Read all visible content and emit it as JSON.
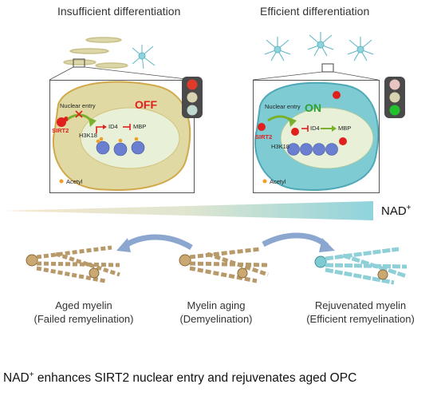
{
  "titles": {
    "left": "Insufficient differentiation",
    "right": "Efficient differentiation"
  },
  "left_panel": {
    "state": "OFF",
    "nuclear_entry": "Nuclear entry",
    "sirt2": "SIRT2",
    "h3k18": "H3K18",
    "id4": "ID4",
    "mbp": "MBP",
    "acetyl": "Acetyl",
    "traffic_light": "red"
  },
  "right_panel": {
    "state": "ON",
    "nuclear_entry": "Nuclear entry",
    "sirt2": "SIRT2",
    "h3k18": "H3K18",
    "id4": "ID4",
    "mbp": "MBP",
    "acetyl": "Acetyl",
    "traffic_light": "green"
  },
  "gradient": {
    "label": "NAD",
    "superscript": "+",
    "colors": [
      "#f3dcb8",
      "#8fd3dc"
    ]
  },
  "myelin": {
    "left": {
      "line1": "Aged myelin",
      "line2": "(Failed remyelination)"
    },
    "center": {
      "line1": "Myelin aging",
      "line2": "(Demyelination)"
    },
    "right": {
      "line1": "Rejuvenated myelin",
      "line2": "(Efficient remyelination)"
    }
  },
  "footer": {
    "prefix": "NAD",
    "superscript": "+",
    "text": " enhances SIRT2 nuclear entry and rejuvenates aged OPC"
  },
  "colors": {
    "cell_tan": "#e0d9a4",
    "cell_tan_border": "#d1a94a",
    "cell_blue": "#7fcbd3",
    "nucleus": "#e8f0d8",
    "sirt2_red": "#e0201c",
    "arrow_green": "#7bb02c",
    "nucleosome": "#6a7fd0",
    "acetyl": "#f2a024",
    "curved_arrow": "#8ba7cf"
  }
}
